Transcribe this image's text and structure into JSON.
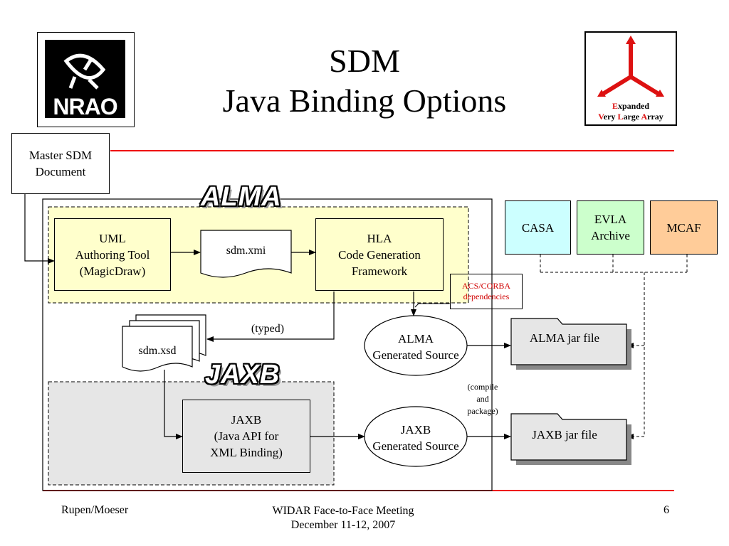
{
  "slide": {
    "title_line1": "SDM",
    "title_line2": "Java Binding Options"
  },
  "logos": {
    "left": "NRAO",
    "right_line1_first": "E",
    "right_line1_rest": "xpanded",
    "right_line2_v": "V",
    "right_line2_ery": "ery ",
    "right_line2_l": "L",
    "right_line2_arge": "arge ",
    "right_line2_a": "A",
    "right_line2_rray": "rray"
  },
  "diagram": {
    "master_doc": [
      "Master SDM",
      "Document"
    ],
    "alma_label": "ALMA",
    "jaxb_label": "JAXB",
    "uml_tool": [
      "UML",
      "Authoring Tool",
      "(MagicDraw)"
    ],
    "sdm_xmi": "sdm.xmi",
    "hla": [
      "HLA",
      "Code Generation",
      "Framework"
    ],
    "acs_corba": [
      "ACS/CORBA",
      "dependencies"
    ],
    "sdm_xsd": "sdm.xsd",
    "typed": "(typed)",
    "alma_gen": [
      "ALMA",
      "Generated Source"
    ],
    "jaxb_box": [
      "JAXB",
      "(Java API for",
      "XML Binding)"
    ],
    "jaxb_gen": [
      "JAXB",
      "Generated Source"
    ],
    "compile": [
      "(compile",
      "and",
      "package)"
    ],
    "casa": "CASA",
    "evla_archive": [
      "EVLA",
      "Archive"
    ],
    "mcaf": "MCAF",
    "alma_jar": "ALMA jar file",
    "jaxb_jar": "JAXB jar file"
  },
  "colors": {
    "alma_region": "#ffffcc",
    "jaxb_region": "#e6e6e6",
    "casa": "#ccffff",
    "evla": "#ccffcc",
    "mcaf": "#ffcc99",
    "red_rule": "#ee0000",
    "acs_text": "#d00000"
  },
  "footer": {
    "left": "Rupen/Moeser",
    "center_line1": "WIDAR Face-to-Face Meeting",
    "center_line2": "December 11-12, 2007",
    "page_number": "6"
  }
}
